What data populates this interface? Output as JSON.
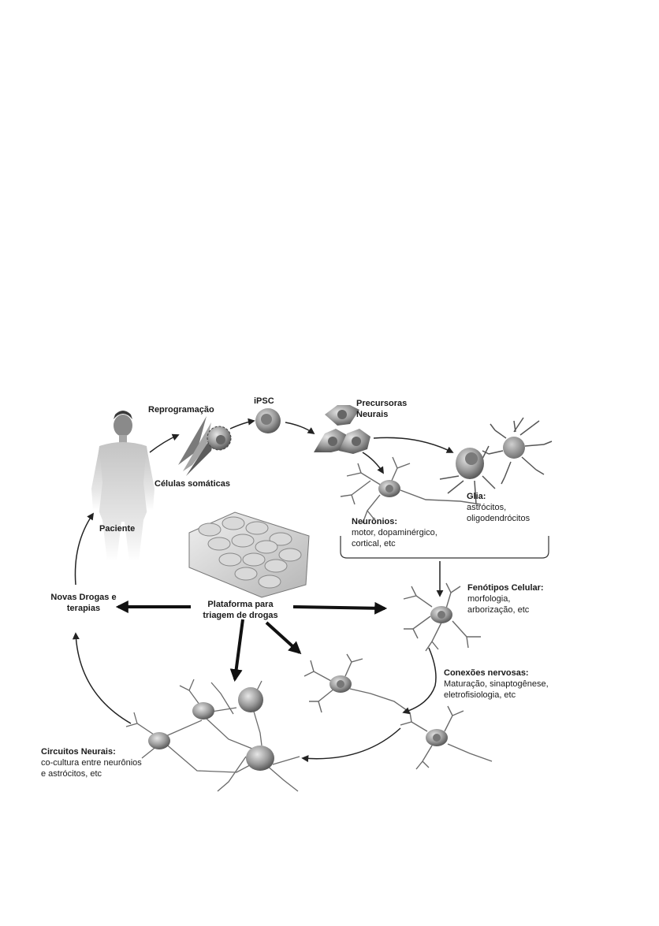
{
  "diagram": {
    "nodes": {
      "paciente": "Paciente",
      "reprogramacao": "Reprogramação",
      "celulas_somaticas": "Células somáticas",
      "ipsc": "iPSC",
      "precursoras": "Precursoras",
      "neurais": "Neurais",
      "glia_title": "Glia:",
      "glia_l1": "astrócitos,",
      "glia_l2": "oligodendrócitos",
      "neuronios_title": "Neurônios:",
      "neuronios_l1": "motor, dopaminérgico,",
      "neuronios_l2": "cortical, etc",
      "fenotipos_title": "Fenótipos Celular:",
      "fenotipos_l1": "morfologia,",
      "fenotipos_l2": "arborização, etc",
      "conexoes_title": "Conexões nervosas:",
      "conexoes_l1": "Maturação, sinaptogênese,",
      "conexoes_l2": "eletrofisiologia, etc",
      "plataforma_l1": "Plataforma para",
      "plataforma_l2": "triagem de drogas",
      "novas_l1": "Novas Drogas e",
      "novas_l2": "terapias",
      "circuitos_title": "Circuitos Neurais:",
      "circuitos_l1": "co-cultura entre neurônios",
      "circuitos_l2": "e astrócitos, etc"
    }
  }
}
